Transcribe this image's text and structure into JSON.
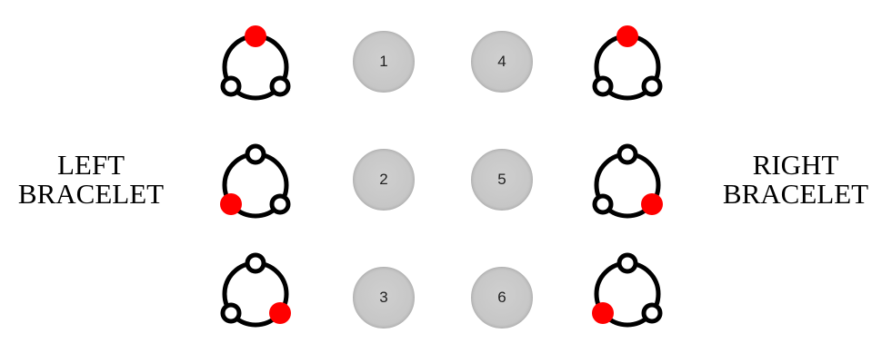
{
  "labels": {
    "left_line1": "LEFT",
    "left_line2": "BRACELET",
    "right_line1": "RIGHT",
    "right_line2": "BRACELET"
  },
  "colors": {
    "highlight_bead": "#ff0000",
    "ring": "#000000",
    "plain_bead": "#ffffff",
    "button_fill": "#c8c8c8"
  },
  "left_bracelets": [
    {
      "red_bead": "top"
    },
    {
      "red_bead": "bottom-left"
    },
    {
      "red_bead": "bottom-right"
    }
  ],
  "right_bracelets": [
    {
      "red_bead": "top"
    },
    {
      "red_bead": "bottom-right"
    },
    {
      "red_bead": "bottom-left"
    }
  ],
  "buttons": {
    "b1": "1",
    "b2": "2",
    "b3": "3",
    "b4": "4",
    "b5": "5",
    "b6": "6"
  }
}
